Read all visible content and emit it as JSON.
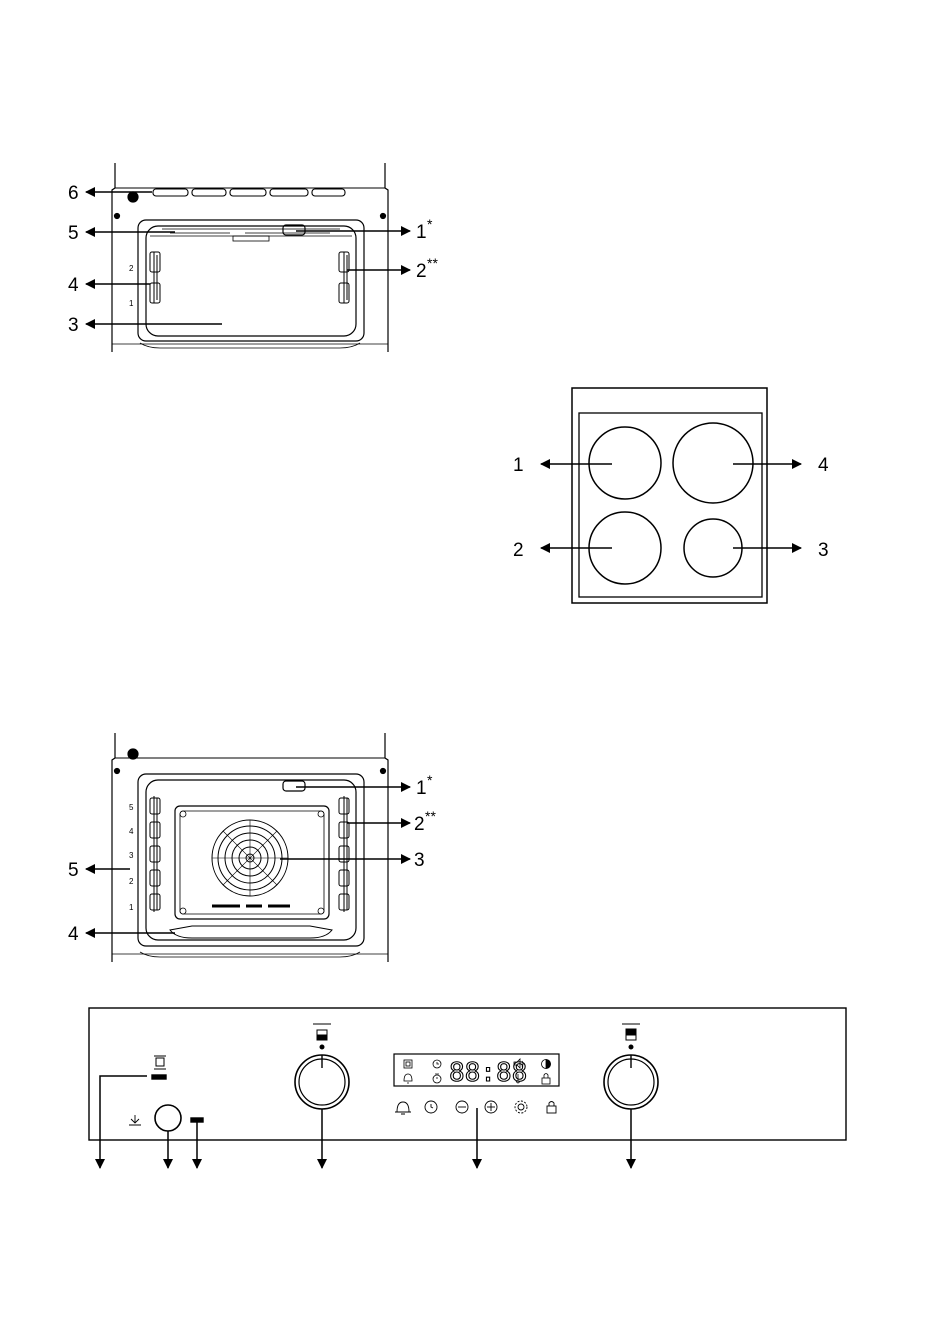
{
  "oven_top": {
    "labels_left": [
      "6",
      "5",
      "4",
      "3"
    ],
    "labels_right": [
      {
        "num": "1",
        "sup": "*"
      },
      {
        "num": "2",
        "sup": "**"
      }
    ],
    "shelf_numbers": [
      "2",
      "1"
    ]
  },
  "hob": {
    "labels": [
      "1",
      "4",
      "2",
      "3"
    ]
  },
  "oven_bottom": {
    "labels_left": [
      "5",
      "4"
    ],
    "labels_right": [
      {
        "num": "1",
        "sup": "*"
      },
      {
        "num": "2",
        "sup": "**"
      },
      {
        "num": "3",
        "sup": ""
      }
    ],
    "shelf_numbers": [
      "5",
      "4",
      "3",
      "2",
      "1"
    ]
  },
  "control_panel": {
    "display_time": "88:88",
    "icons_top_row": [
      "oven-icon",
      "clock-icon",
      "speaker-icon",
      "contrast-icon"
    ],
    "icons_bottom_row": [
      "bell-icon",
      "timer-icon",
      "thermometer-icon",
      "lock-icon"
    ],
    "button_icons": [
      "bell-icon",
      "clock-icon",
      "minus-icon",
      "plus-icon",
      "gear-icon",
      "lock-icon"
    ]
  }
}
